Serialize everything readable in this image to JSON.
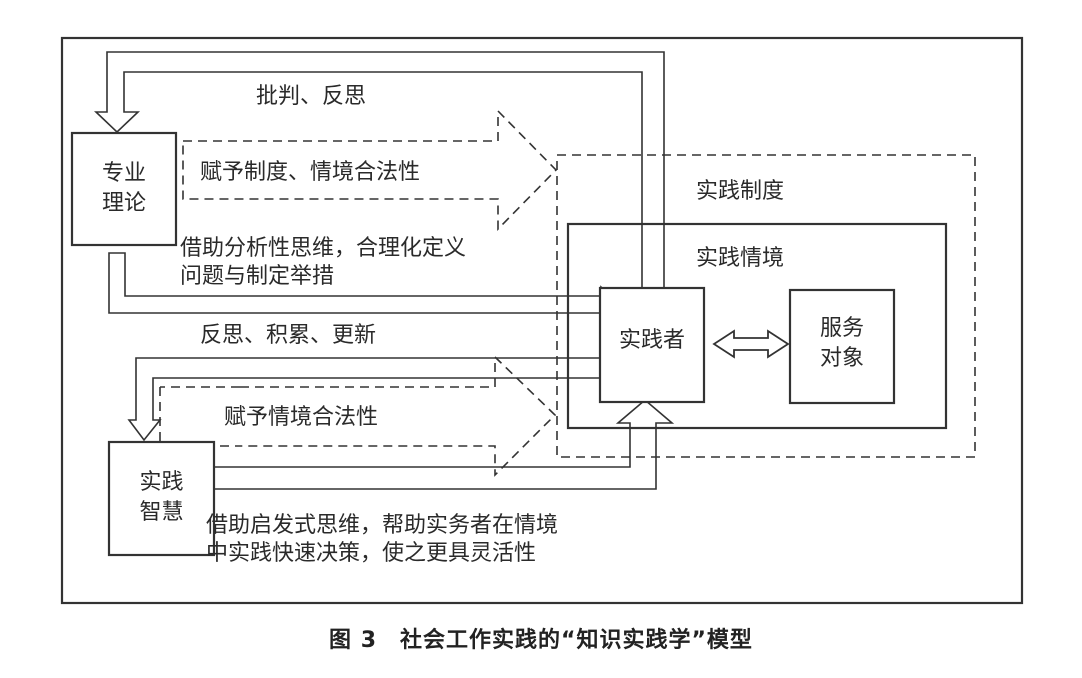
{
  "nodes": {
    "professional_theory": {
      "line1": "专业",
      "line2": "理论"
    },
    "practice_wisdom": {
      "line1": "实践",
      "line2": "智慧"
    },
    "practitioner": "实践者",
    "service_target": {
      "line1": "服务",
      "line2": "对象"
    },
    "practice_institution": "实践制度",
    "practice_situation": "实践情境"
  },
  "edges": {
    "critique_reflect": "批判、反思",
    "grant_institution_legitimacy": "赋予制度、情境合法性",
    "analytic_thinking": {
      "line1": "借助分析性思维，合理化定义",
      "line2": "问题与制定举措"
    },
    "reflect_accumulate_update": "反思、积累、更新",
    "grant_situation_legitimacy": "赋予情境合法性",
    "heuristic_thinking": {
      "line1": "借助启发式思维，帮助实务者在情境",
      "line2": "中实践快速决策，使之更具灵活性"
    }
  },
  "caption": "图 3　社会工作实践的“知识实践学”模型"
}
